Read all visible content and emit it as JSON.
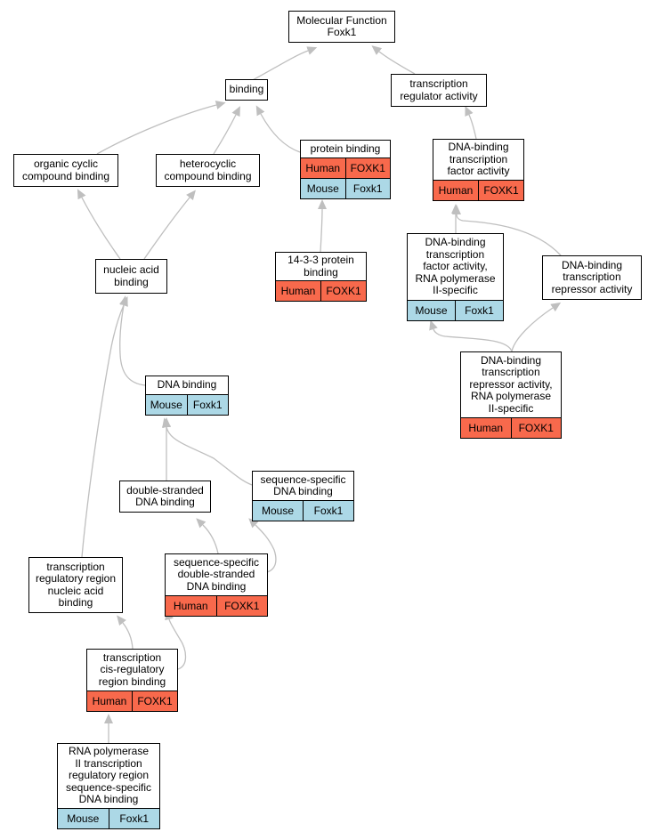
{
  "colors": {
    "human": "#f8694c",
    "mouse": "#acd8e6",
    "edge": "#bfbfbf"
  },
  "nodes": {
    "mf": {
      "label": "Molecular Function\nFoxk1",
      "tags": []
    },
    "binding": {
      "label": "binding",
      "tags": []
    },
    "tra": {
      "label": "transcription\nregulator activity",
      "tags": []
    },
    "occb": {
      "label": "organic cyclic\ncompound binding",
      "tags": []
    },
    "hcb": {
      "label": "heterocyclic\ncompound binding",
      "tags": []
    },
    "pb": {
      "label": "protein binding",
      "tags": [
        {
          "species": "Human",
          "gene": "FOXK1"
        },
        {
          "species": "Mouse",
          "gene": "Foxk1"
        }
      ]
    },
    "dbtfa": {
      "label": "DNA-binding\ntranscription\nfactor activity",
      "tags": [
        {
          "species": "Human",
          "gene": "FOXK1"
        }
      ]
    },
    "p1433": {
      "label": "14-3-3 protein\nbinding",
      "tags": [
        {
          "species": "Human",
          "gene": "FOXK1"
        }
      ]
    },
    "nab": {
      "label": "nucleic acid\nbinding",
      "tags": []
    },
    "dbtfa2": {
      "label": "DNA-binding\ntranscription\nfactor activity,\nRNA polymerase\nII-specific",
      "tags": [
        {
          "species": "Mouse",
          "gene": "Foxk1"
        }
      ]
    },
    "dbtra": {
      "label": "DNA-binding\ntranscription\nrepressor activity",
      "tags": []
    },
    "dbtra2": {
      "label": "DNA-binding\ntranscription\nrepressor activity,\nRNA polymerase\nII-specific",
      "tags": [
        {
          "species": "Human",
          "gene": "FOXK1"
        }
      ]
    },
    "dnab": {
      "label": "DNA binding",
      "tags": [
        {
          "species": "Mouse",
          "gene": "Foxk1"
        }
      ]
    },
    "ssdb": {
      "label": "sequence-specific\nDNA binding",
      "tags": [
        {
          "species": "Mouse",
          "gene": "Foxk1"
        }
      ]
    },
    "dsdb": {
      "label": "double-stranded\nDNA binding",
      "tags": []
    },
    "trrnab": {
      "label": "transcription\nregulatory region\nnucleic acid\nbinding",
      "tags": []
    },
    "ssdsdb": {
      "label": "sequence-specific\ndouble-stranded\nDNA binding",
      "tags": [
        {
          "species": "Human",
          "gene": "FOXK1"
        }
      ]
    },
    "tcrrb": {
      "label": "transcription\ncis-regulatory\nregion binding",
      "tags": [
        {
          "species": "Human",
          "gene": "FOXK1"
        }
      ]
    },
    "rnapol": {
      "label": "RNA polymerase\nII transcription\nregulatory region\nsequence-specific\nDNA binding",
      "tags": [
        {
          "species": "Mouse",
          "gene": "Foxk1"
        }
      ]
    }
  }
}
